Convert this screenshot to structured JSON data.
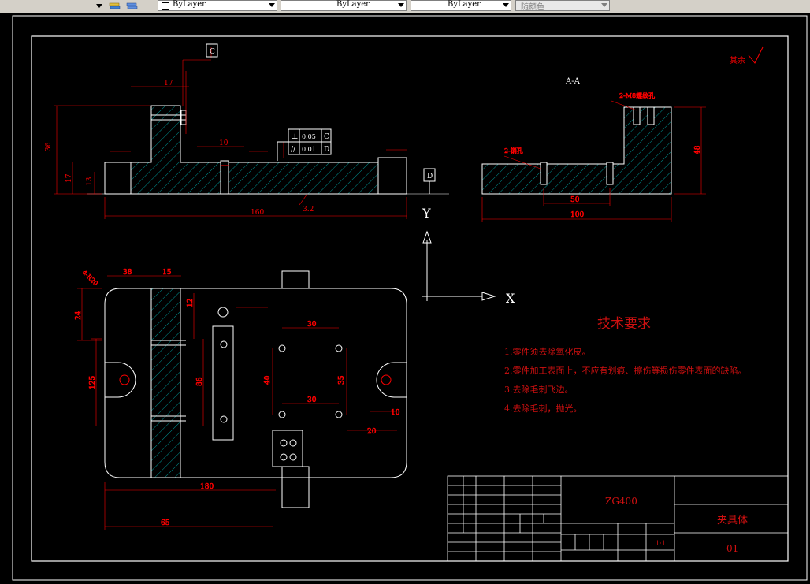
{
  "toolbar": {
    "linetype_combo_value": "ByLayer",
    "lineweight_combo_value": "ByLayer",
    "layer_combo_value": "ByLayer",
    "color_combo_value": "随颜色"
  },
  "drawing": {
    "section_label": "A-A",
    "datum_c": "C",
    "datum_d": "D",
    "tol_flatness": "0.05",
    "tol_flatness_ref": "C",
    "tol_parallel": "0.01",
    "tol_parallel_ref": "D",
    "roughness_rest": "其余",
    "axis_y": "Y",
    "axis_x": "X",
    "dims": {
      "top_17": "17",
      "top_10": "10",
      "left_36": "36",
      "left_17": "17",
      "left_13": "13",
      "width_160": "160",
      "rough_32": "3.2",
      "right_width_100": "100",
      "right_50": "50",
      "right_h": "48",
      "plan_38": "38",
      "plan_15": "15",
      "plan_180": "180",
      "plan_65": "65",
      "plan_30": "30",
      "plan_30b": "30",
      "plan_40": "40",
      "plan_10": "10",
      "plan_35": "35",
      "plan_24": "24",
      "plan_20": "20",
      "plan_125": "125",
      "plan_86": "86",
      "plan_12": "12",
      "hole_note_1": "2-M8螺纹孔",
      "hole_note_2": "2-销孔",
      "r_note": "4-R20"
    },
    "tech_title": "技术要求",
    "tech_items": [
      "1.零件须去除氧化皮。",
      "2.零件加工表面上，不应有划痕、擦伤等损伤零件表面的缺陷。",
      "3.去除毛刺飞边。",
      "4.去除毛刺，抛光。"
    ],
    "title_block": {
      "material": "ZG400",
      "part_name": "夹具体",
      "drawing_no": "01",
      "scale": "1:1"
    }
  },
  "colors": {
    "background": "#000000",
    "frame": "#ffffff",
    "dimension": "#ff0000",
    "hatch": "#00b8b8",
    "outline": "#ffffff",
    "text_red": "#d01010"
  }
}
